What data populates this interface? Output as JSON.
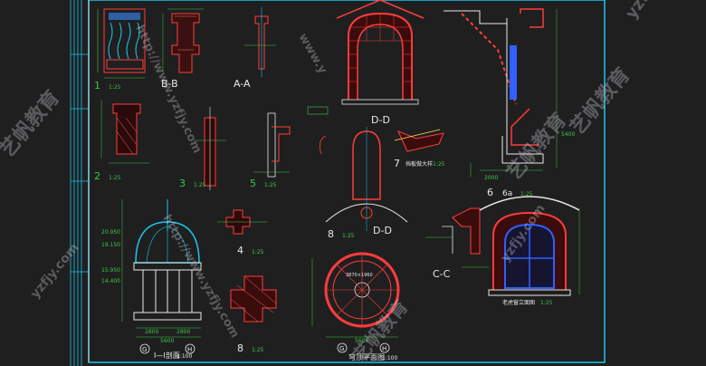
{
  "colors": {
    "background": "#1f1f1f",
    "frame": "#19c5ee",
    "stone": "#ff3c3c",
    "wall": "#ff2a2a",
    "dims": "#3ec84a",
    "text": "#e8e8e8",
    "accent": "#ffe04a",
    "glass": "#3060ff",
    "blueprint": "#19c5ee"
  },
  "drawing": {
    "labels": {
      "detail_1": "1",
      "detail_1_scale": "1:25",
      "section_bb": "B-B",
      "section_aa": "A-A",
      "detail_2": "2",
      "detail_2_scale": "1:25",
      "detail_3": "3",
      "detail_3_scale": "1:25",
      "detail_5": "5",
      "detail_5_scale": "1:25",
      "section_dd_top": "D-D",
      "detail_7": "7",
      "detail_7_title": "挡板做大样",
      "detail_7_scale": "1:25",
      "section_dd_mid": "D-D",
      "detail_8_mid": "8",
      "detail_8_mid_scale": "1:25",
      "detail_6": "6",
      "detail_6a": "6a",
      "detail_6_scale": "1:25",
      "detail_4": "4",
      "detail_4_scale": "1:25",
      "section_cc": "C-C",
      "window_title": "老虎窗立面图",
      "window_scale": "1:25",
      "elevation_title": "I—I剖面",
      "elevation_scale": "1:100",
      "detail_8_bot": "8",
      "detail_8_bot_scale": "1:25",
      "plan_title": "穹顶平面图",
      "plan_scale": "1:100",
      "plan_dim_top": "3870×1960",
      "plan_dim_bottom": "5600",
      "axis_g_1": "G",
      "axis_h_1": "H",
      "axis_g_2": "G",
      "axis_h_2": "H",
      "elev_dim_1": "20.950",
      "elev_dim_2": "19.150",
      "elev_dim_3": "15.950",
      "elev_dim_4": "14.400",
      "elev_bottom_1": "2800",
      "elev_bottom_2": "2800",
      "elev_bottom_total": "5600",
      "dim_2000": "2000",
      "dim_5400": "5400"
    },
    "watermarks": [
      "yzfjy",
      "艺帆教育",
      "http://www.yzfjy.com",
      "www.y",
      "艺帆教育",
      "艺帆教育",
      "yzfjy.com",
      "艺帆教育",
      "yzfjy.com",
      "http://www.yzfjy.com"
    ]
  }
}
